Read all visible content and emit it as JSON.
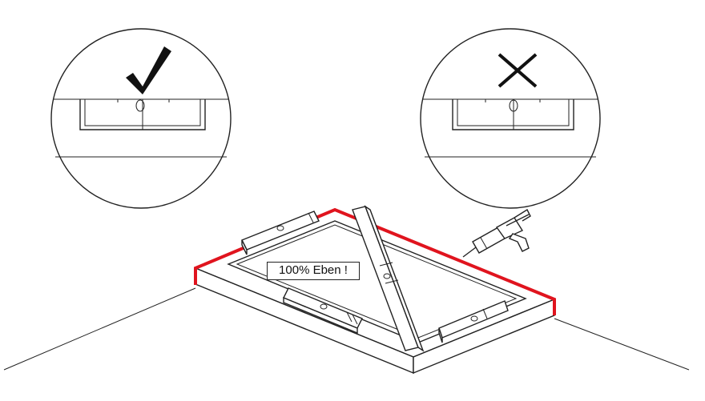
{
  "label": {
    "text": "100% Eben !"
  },
  "panels": [
    {
      "status": "correct",
      "icon": "checkmark-icon"
    },
    {
      "status": "incorrect",
      "icon": "cross-icon"
    }
  ],
  "colors": {
    "sealant_edge": "#e0141e",
    "line": "#222222",
    "background": "#ffffff"
  }
}
